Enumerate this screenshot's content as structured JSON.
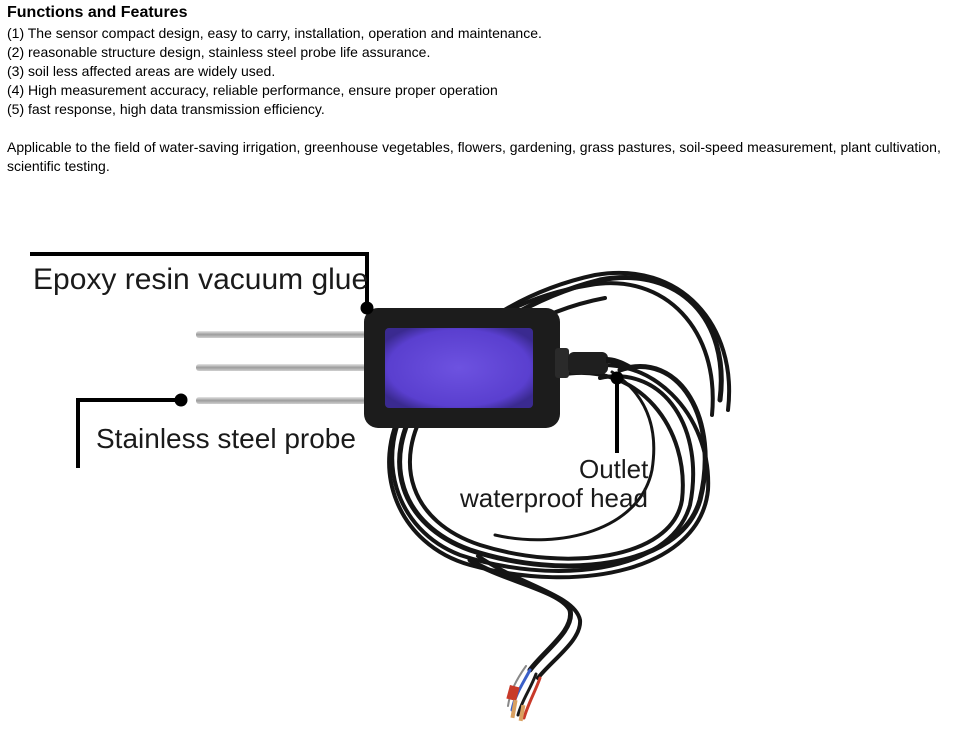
{
  "heading": "Functions and Features",
  "features": [
    "(1) The sensor compact design, easy to carry, installation, operation and maintenance.",
    "(2) reasonable structure design, stainless steel probe life assurance.",
    "(3) soil less affected areas are widely used.",
    "(4) High measurement accuracy, reliable performance, ensure proper operation",
    "(5) fast response, high data transmission efficiency."
  ],
  "applicable": "Applicable to the field of water-saving irrigation, greenhouse vegetables, flowers, gardening, grass pastures, soil-speed measurement, plant cultivation, scientific testing.",
  "figure": {
    "label_epoxy": "Epoxy resin vacuum glue",
    "label_probe": "Stainless steel probe",
    "label_outlet_line1": "Outlet",
    "label_outlet_line2": "waterproof head"
  },
  "colors": {
    "sensor_body": "#1c1c1c",
    "sensor_window": "#6a4fd8",
    "probe_steel": "#b8b8b8",
    "cable": "#151515",
    "wire_red": "#c83a2a",
    "wire_blue": "#3a5fc8"
  }
}
